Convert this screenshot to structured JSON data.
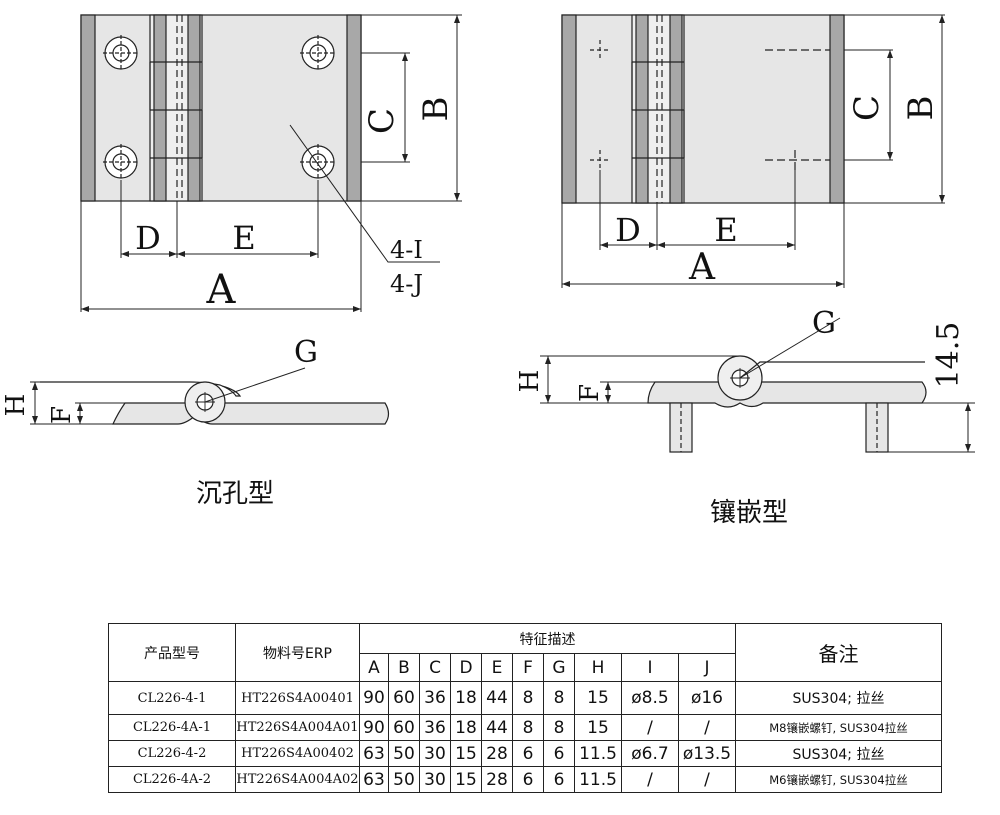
{
  "labels": {
    "A": "A",
    "B": "B",
    "C": "C",
    "D": "D",
    "E": "E",
    "F": "F",
    "G": "G",
    "H": "H",
    "hole_i": "4-I",
    "hole_j": "4-J",
    "thickness": "14.5"
  },
  "captions": {
    "countersunk": "沉孔型",
    "inlay": "镶嵌型"
  },
  "table": {
    "col_model": "产品型号",
    "col_erp": "物料号ERP",
    "col_features": "特征描述",
    "col_notes": "备注",
    "params": [
      "A",
      "B",
      "C",
      "D",
      "E",
      "F",
      "G",
      "H",
      "I",
      "J"
    ],
    "rows": [
      {
        "model": "CL226-4-1",
        "erp": "HT226S4A00401",
        "values": [
          "90",
          "60",
          "36",
          "18",
          "44",
          "8",
          "8",
          "15",
          "ø8.5",
          "ø16"
        ],
        "note": "SUS304; 拉丝"
      },
      {
        "model": "CL226-4A-1",
        "erp": "HT226S4A004A01",
        "values": [
          "90",
          "60",
          "36",
          "18",
          "44",
          "8",
          "8",
          "15",
          "/",
          "/"
        ],
        "note": "M8镶嵌螺钉, SUS304拉丝"
      },
      {
        "model": "CL226-4-2",
        "erp": "HT226S4A00402",
        "values": [
          "63",
          "50",
          "30",
          "15",
          "28",
          "6",
          "6",
          "11.5",
          "ø6.7",
          "ø13.5"
        ],
        "note": "SUS304; 拉丝"
      },
      {
        "model": "CL226-4A-2",
        "erp": "HT226S4A004A02",
        "values": [
          "63",
          "50",
          "30",
          "15",
          "28",
          "6",
          "6",
          "11.5",
          "/",
          "/"
        ],
        "note": "M6镶嵌螺钉, SUS304拉丝"
      }
    ]
  }
}
